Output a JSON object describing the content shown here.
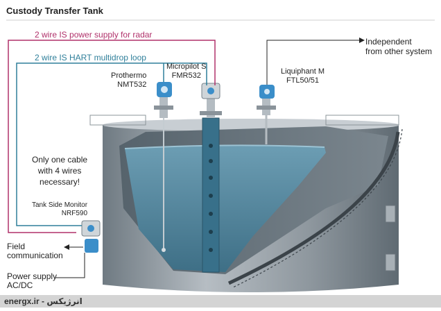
{
  "title": "Custody Transfer Tank",
  "lines": {
    "radar_power": "2 wire IS power supply for radar",
    "hart_loop": "2 wire IS HART multidrop loop"
  },
  "independent": [
    "Independent",
    "from other system"
  ],
  "instruments": {
    "prothermo": [
      "Prothermo",
      "NMT532"
    ],
    "micropilot": [
      "Micropilot S",
      "FMR532"
    ],
    "liquiphant": [
      "Liquiphant M",
      "FTL50/51"
    ],
    "tank_side_monitor": [
      "Tank Side Monitor",
      "NRF590"
    ]
  },
  "note": [
    "Only one cable",
    "with 4 wires",
    "necessary!"
  ],
  "field_communication": [
    "Field",
    "communication"
  ],
  "power_supply": [
    "Power supply",
    "AC/DC"
  ],
  "footer": "energx.ir - انرژیکس",
  "colors": {
    "radar_line": "#b0306a",
    "hart_line": "#2f7f9a",
    "liquid": "#4a7f98",
    "tank": "#9aa3aa",
    "device_head": "#3b8ec9"
  }
}
